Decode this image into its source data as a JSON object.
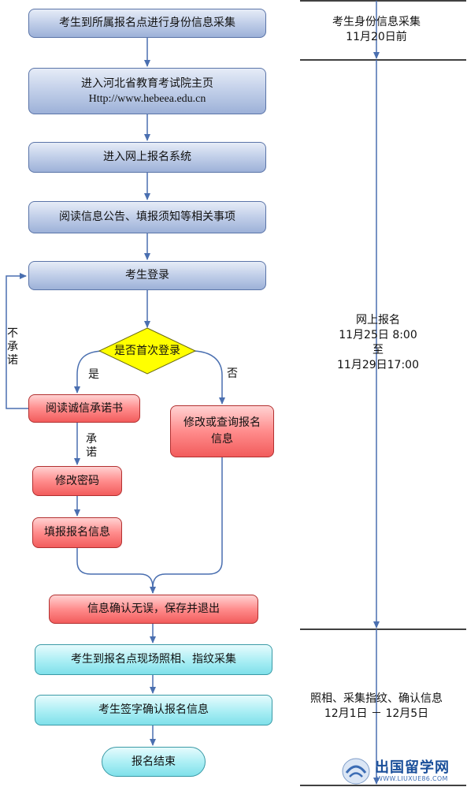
{
  "flow": {
    "step1": "考生到所属报名点进行身份信息采集",
    "step2_line1": "进入河北省教育考试院主页",
    "step2_line2": "Http://www.hebeea.edu.cn",
    "step3": "进入网上报名系统",
    "step4": "阅读信息公告、填报须知等相关事项",
    "step5": "考生登录",
    "decision": "是否首次登录",
    "yes_label": "是",
    "no_label": "否",
    "not_promise_label": [
      "不",
      "承",
      "诺"
    ],
    "promise_label": [
      "承",
      "诺"
    ],
    "read_promise": "阅读诚信承诺书",
    "modify_query_line1": "修改或查询报名",
    "modify_query_line2": "信息",
    "modify_password": "修改密码",
    "fill_info": "填报报名信息",
    "confirm_save": "信息确认无误，保存并退出",
    "photo_fingerprint": "考生到报名点现场照相、指纹采集",
    "sign_confirm": "考生签字确认报名信息",
    "end": "报名结束"
  },
  "timeline": {
    "phase1_title": "考生身份信息采集",
    "phase1_date": "11月20日前",
    "phase2_title": "网上报名",
    "phase2_start": "11月25日 8:00",
    "phase2_to": "至",
    "phase2_end": "11月29日17:00",
    "phase3_title": "照相、采集指纹、确认信息",
    "phase3_dates": "12月1日 － 12月5日"
  },
  "watermark": {
    "name": "出国留学网",
    "url": "WWW.LIUXUE86.COM"
  },
  "colors": {
    "arrow": "#4a6fb0",
    "blue_box": "#b3c4e4",
    "red_box": "#ff7a7a",
    "cyan_box": "#a9eef4",
    "diamond": "#ffff00"
  }
}
